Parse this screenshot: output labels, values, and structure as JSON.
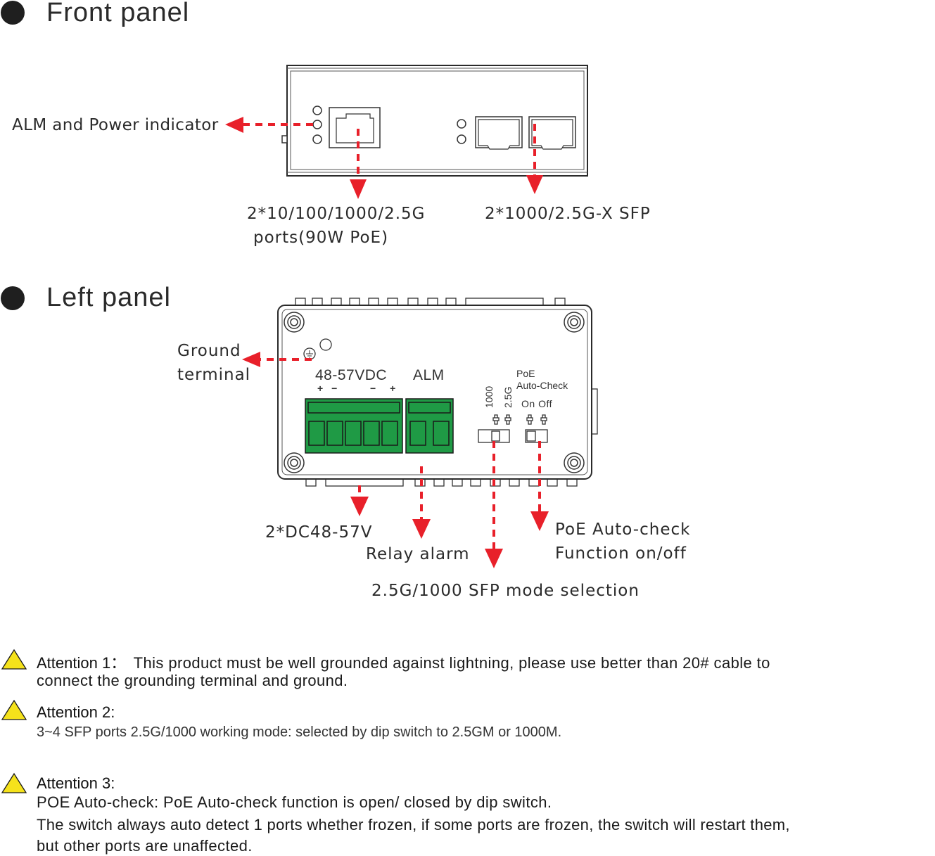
{
  "front_panel": {
    "title": "Front panel",
    "callouts": {
      "alm_power": "ALM and Power indicator",
      "copper_ports_line1": "2*10/100/1000/2.5G",
      "copper_ports_line2": "ports(90W PoE)",
      "sfp_ports": "2*1000/2.5G-X SFP"
    }
  },
  "left_panel": {
    "title": "Left panel",
    "device_labels": {
      "power": "48-57VDC",
      "alm": "ALM",
      "polarity_left": "+ −",
      "polarity_right": "− +",
      "speed_1000": "1000",
      "speed_25g": "2.5G",
      "poe": "PoE",
      "auto_check": "Auto-Check",
      "on_off": "On Off"
    },
    "callouts": {
      "ground_line1": "Ground",
      "ground_line2": "terminal",
      "dc": "2*DC48-57V",
      "relay": "Relay alarm",
      "sfp_mode": "2.5G/1000 SFP mode selection",
      "poe_check_line1": "PoE Auto-check",
      "poe_check_line2": "Function on/off"
    }
  },
  "attentions": [
    {
      "title": "Attention 1：",
      "lines": [
        "This product must be well grounded against lightning, please use better than 20# cable to",
        "connect the grounding terminal and ground."
      ]
    },
    {
      "title": "Attention 2:",
      "lines": [
        "3~4 SFP ports 2.5G/1000 working mode: selected by dip switch to 2.5GM or 1000M."
      ]
    },
    {
      "title": "Attention 3:",
      "lines": [
        "POE Auto-check: PoE Auto-check function is open/ closed by dip switch.",
        "The switch always auto detect 1 ports whether frozen, if some ports are frozen, the switch will restart them,",
        "but other ports are unaffected."
      ]
    }
  ],
  "colors": {
    "arrow": "#e8202a",
    "terminal_green": "#1f9a45",
    "warning_yellow": "#f5e21b"
  }
}
